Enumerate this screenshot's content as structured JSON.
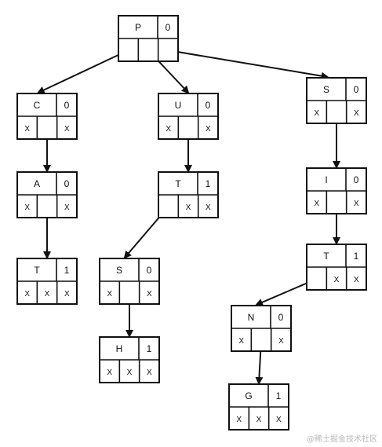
{
  "watermark": "@稀土掘金技术社区",
  "nodes": [
    {
      "id": "P",
      "char": "P",
      "flag": "0",
      "slots": [
        "",
        "",
        ""
      ]
    },
    {
      "id": "C",
      "char": "C",
      "flag": "0",
      "slots": [
        "X",
        "",
        "X"
      ]
    },
    {
      "id": "U",
      "char": "U",
      "flag": "0",
      "slots": [
        "X",
        "",
        "X"
      ]
    },
    {
      "id": "S1",
      "char": "S",
      "flag": "0",
      "slots": [
        "X",
        "",
        "X"
      ]
    },
    {
      "id": "A",
      "char": "A",
      "flag": "0",
      "slots": [
        "X",
        "",
        "X"
      ]
    },
    {
      "id": "T1",
      "char": "T",
      "flag": "1",
      "slots": [
        "",
        "X",
        "X"
      ]
    },
    {
      "id": "I",
      "char": "I",
      "flag": "0",
      "slots": [
        "X",
        "",
        "X"
      ]
    },
    {
      "id": "T2",
      "char": "T",
      "flag": "1",
      "slots": [
        "X",
        "X",
        "X"
      ]
    },
    {
      "id": "S2",
      "char": "S",
      "flag": "0",
      "slots": [
        "X",
        "",
        "X"
      ]
    },
    {
      "id": "T3",
      "char": "T",
      "flag": "1",
      "slots": [
        "",
        "X",
        "X"
      ]
    },
    {
      "id": "H",
      "char": "H",
      "flag": "1",
      "slots": [
        "X",
        "X",
        "X"
      ]
    },
    {
      "id": "N",
      "char": "N",
      "flag": "0",
      "slots": [
        "X",
        "",
        "X"
      ]
    },
    {
      "id": "G",
      "char": "G",
      "flag": "1",
      "slots": [
        "X",
        "X",
        "X"
      ]
    }
  ],
  "edges": [
    {
      "from": "P",
      "slot": 0,
      "to": "C"
    },
    {
      "from": "P",
      "slot": 1,
      "to": "U"
    },
    {
      "from": "P",
      "slot": 2,
      "to": "S1"
    },
    {
      "from": "C",
      "slot": 1,
      "to": "A"
    },
    {
      "from": "U",
      "slot": 1,
      "to": "T1"
    },
    {
      "from": "S1",
      "slot": 1,
      "to": "I"
    },
    {
      "from": "A",
      "slot": 1,
      "to": "T2"
    },
    {
      "from": "T1",
      "slot": 0,
      "to": "S2"
    },
    {
      "from": "I",
      "slot": 1,
      "to": "T3"
    },
    {
      "from": "S2",
      "slot": 1,
      "to": "H"
    },
    {
      "from": "T3",
      "slot": 0,
      "to": "N"
    },
    {
      "from": "N",
      "slot": 1,
      "to": "G"
    }
  ]
}
